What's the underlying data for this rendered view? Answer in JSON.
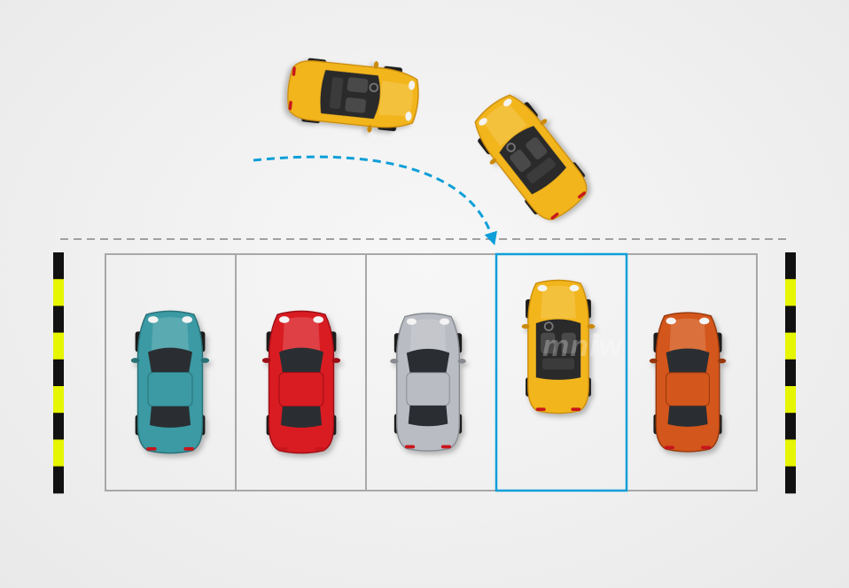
{
  "watermark_text": "mniw",
  "colors": {
    "background": "#efefef",
    "stall_line": "#a8a8a8",
    "highlight": "#0e9fd8",
    "stripe_dark": "#111111",
    "stripe_light": "#e6f500",
    "curb_line": "#a0a0a0"
  },
  "lot": {
    "stall_count": 5,
    "highlighted_stall": 3
  },
  "cars": [
    {
      "name": "car-yellow-approach-1",
      "color": "#f2b51a",
      "dark": "#c98a0a",
      "kind": "convertible"
    },
    {
      "name": "car-yellow-approach-2",
      "color": "#f2b51a",
      "dark": "#c98a0a",
      "kind": "convertible"
    },
    {
      "name": "car-teal",
      "color": "#3b9aa3",
      "dark": "#2a6f77",
      "kind": "coupe"
    },
    {
      "name": "car-red",
      "color": "#d81c22",
      "dark": "#9c1014",
      "kind": "coupe"
    },
    {
      "name": "car-silver",
      "color": "#b9bcc2",
      "dark": "#878a90",
      "kind": "sedan"
    },
    {
      "name": "car-yellow-parked",
      "color": "#f2b51a",
      "dark": "#c98a0a",
      "kind": "convertible"
    },
    {
      "name": "car-orange",
      "color": "#d3561a",
      "dark": "#96380c",
      "kind": "coupe"
    }
  ]
}
